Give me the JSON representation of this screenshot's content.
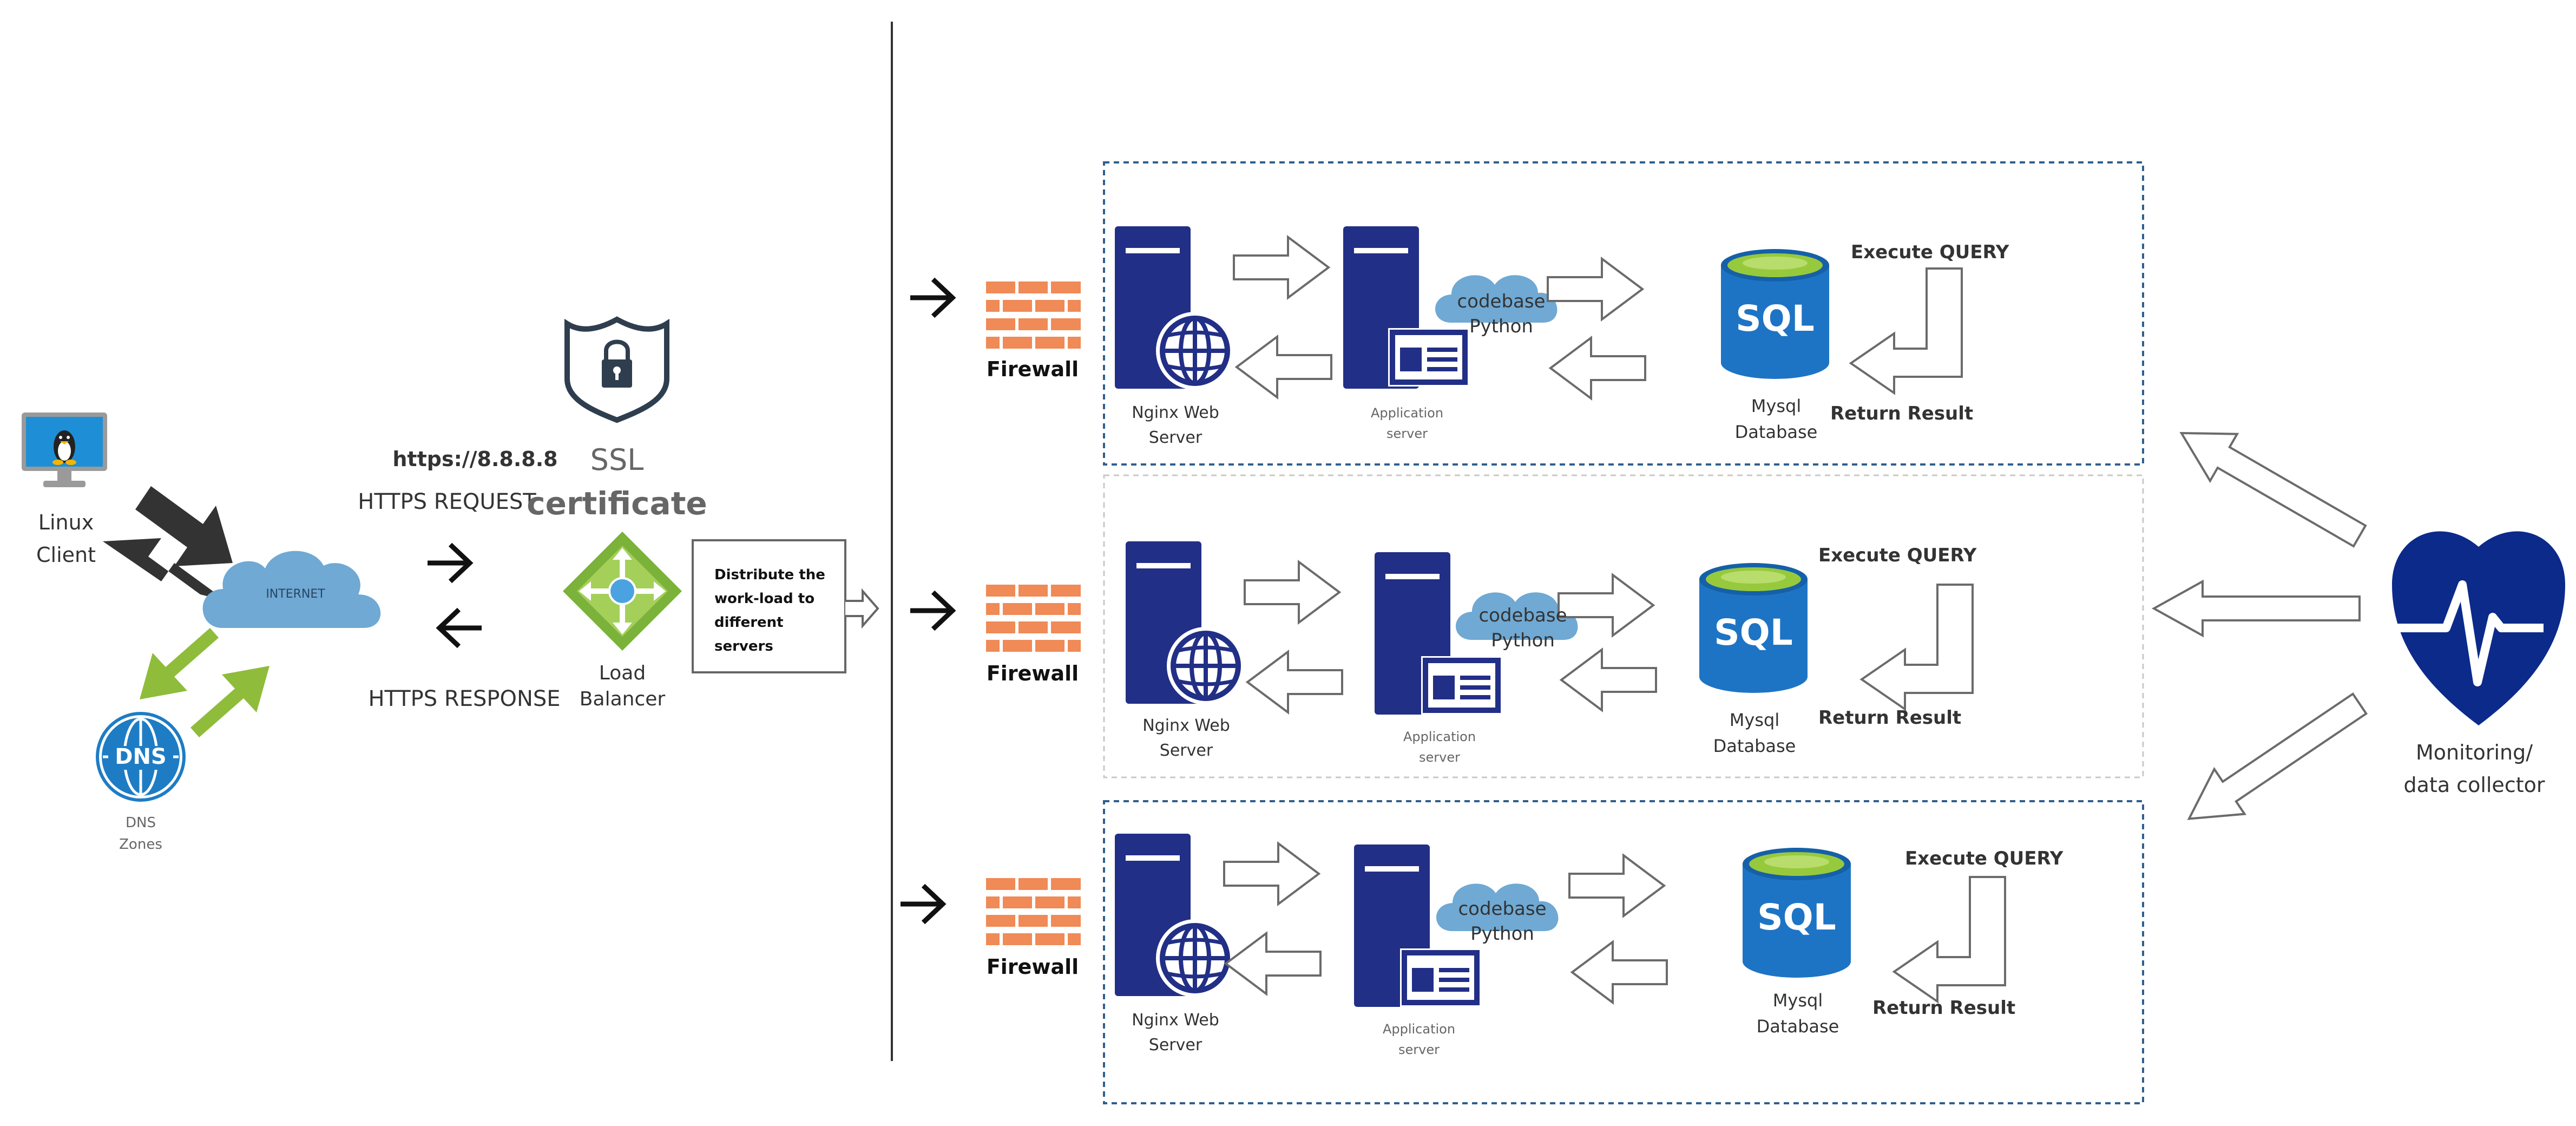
{
  "client": {
    "label_1": "Linux",
    "label_2": "Client"
  },
  "dns": {
    "icon_text": "DNS",
    "label_1": "DNS",
    "label_2": "Zones"
  },
  "internet": {
    "label": "INTERNET"
  },
  "https": {
    "url": "https://8.8.8.8",
    "request": "HTTPS REQUEST",
    "response": "HTTPS RESPONSE"
  },
  "ssl": {
    "label_1": "SSL",
    "label_2": "certificate"
  },
  "load_balancer": {
    "label_1": "Load",
    "label_2": "Balancer"
  },
  "distribute_note": {
    "line_1": "Distribute the",
    "line_2": "work-load to",
    "line_3": "different",
    "line_4": "servers"
  },
  "tiers": [
    {
      "firewall": "Firewall",
      "web_server": {
        "line_1": "Nginx Web",
        "line_2": "Server"
      },
      "app_server": {
        "line_1": "Application",
        "line_2": "server"
      },
      "codebase": {
        "line_1": "codebase",
        "line_2": "Python"
      },
      "db_icon": "SQL",
      "database": {
        "line_1": "Mysql",
        "line_2": "Database"
      },
      "execute": "Execute QUERY",
      "return": "Return Result"
    },
    {
      "firewall": "Firewall",
      "web_server": {
        "line_1": "Nginx Web",
        "line_2": "Server"
      },
      "app_server": {
        "line_1": "Application",
        "line_2": "server"
      },
      "codebase": {
        "line_1": "codebase",
        "line_2": "Python"
      },
      "db_icon": "SQL",
      "database": {
        "line_1": "Mysql",
        "line_2": "Database"
      },
      "execute": "Execute QUERY",
      "return": "Return Result"
    },
    {
      "firewall": "Firewall",
      "web_server": {
        "line_1": "Nginx Web",
        "line_2": "Server"
      },
      "app_server": {
        "line_1": "Application",
        "line_2": "server"
      },
      "codebase": {
        "line_1": "codebase",
        "line_2": "Python"
      },
      "db_icon": "SQL",
      "database": {
        "line_1": "Mysql",
        "line_2": "Database"
      },
      "execute": "Execute QUERY",
      "return": "Return Result"
    }
  ],
  "monitoring": {
    "label_1": "Monitoring/",
    "label_2": "data collector"
  },
  "colors": {
    "server_navy": "#222f86",
    "cloud_blue": "#6fa9d4",
    "firewall_orange": "#f08a56",
    "sql_blue": "#1e74c4",
    "sql_green": "#97c93d",
    "lb_green": "#7bb23a",
    "frame_blue": "#2e5f8e",
    "heart_navy": "#0b2a8a"
  }
}
